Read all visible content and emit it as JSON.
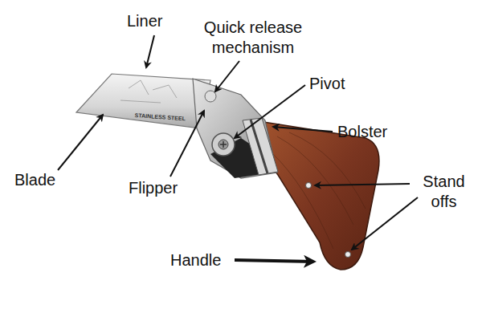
{
  "diagram": {
    "labels": [
      "Liner",
      "Quick release mechanism",
      "Pivot",
      "Bolster",
      "Blade",
      "Flipper",
      "Stand offs",
      "Handle",
      "STAINLESS STEEL"
    ]
  }
}
